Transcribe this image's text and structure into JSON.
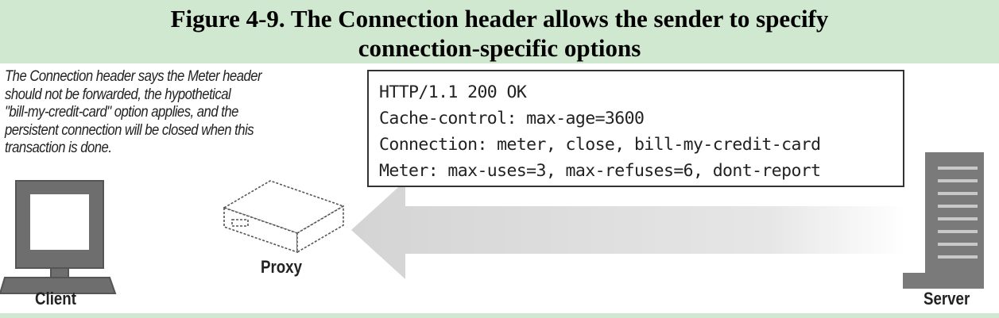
{
  "figure": {
    "title_line1": "Figure 4-9. The Connection header allows the sender to specify",
    "title_line2": "connection-specific options"
  },
  "caption": {
    "lines": [
      "The Connection header says the Meter header",
      "should not be forwarded, the hypothetical",
      "\"bill-my-credit-card\" option applies, and the",
      "persistent connection will be closed when this",
      "transaction is done."
    ]
  },
  "message": {
    "lines": [
      "HTTP/1.1 200 OK",
      "Cache-control: max-age=3600",
      "Connection: meter, close, bill-my-credit-card",
      "Meter: max-uses=3, max-refuses=6, dont-report"
    ]
  },
  "labels": {
    "client": "Client",
    "proxy": "Proxy",
    "server": "Server"
  },
  "colors": {
    "title_background": "#cfe8cf",
    "arrow": "#dcdcdc",
    "outline": "#333333"
  }
}
